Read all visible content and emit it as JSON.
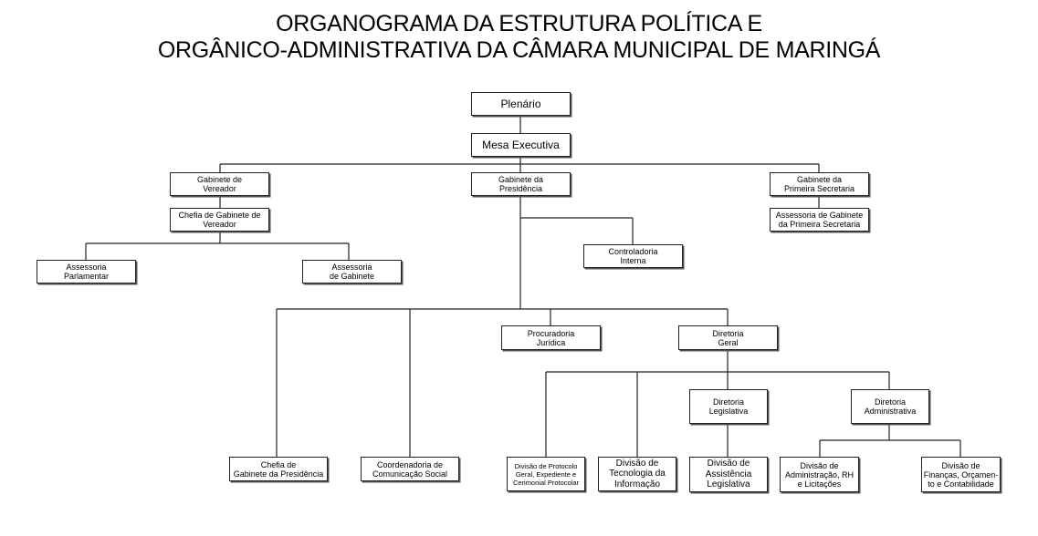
{
  "title": {
    "line1": "ORGANOGRAMA DA ESTRUTURA POLÍTICA E",
    "line2": "ORGÂNICO-ADMINISTRATIVA DA CÂMARA MUNICIPAL DE MARINGÁ"
  },
  "nodes": {
    "plenario": "Plenário",
    "mesa_executiva": "Mesa Executiva",
    "gabinete_vereador": "Gabinete de\nVereador",
    "chefia_gabinete_vereador": "Chefia de Gabinete de\nVereador",
    "assessoria_parlamentar": "Assessoria\nParlamentar",
    "assessoria_gabinete": "Assessoria\nde Gabinete",
    "gabinete_presidencia": "Gabinete da\nPresidência",
    "controladoria_interna": "Controladoria\nInterna",
    "gabinete_primeira_secretaria": "Gabinete da\nPrimeira Secretaria",
    "assessoria_primeira_secretaria": "Assessoria de Gabinete\nda Primeira Secretaria",
    "procuradoria_juridica": "Procuradoria\nJurídica",
    "diretoria_geral": "Diretoria\nGeral",
    "diretoria_legislativa": "Diretoria\nLegislativa",
    "diretoria_administrativa": "Diretoria\nAdministrativa",
    "chefia_gabinete_presidencia": "Chefia de\nGabinete da Presidência",
    "coordenadoria_comunicacao": "Coordenadoria de\nComunicação Social",
    "divisao_protocolo": "Divisão de Protocolo\nGeral, Expediente e\nCerimonial Protocolar",
    "divisao_ti": "Divisão de\nTecnologia da\nInformação",
    "divisao_assistencia_legislativa": "Divisão de\nAssistência\nLegislativa",
    "divisao_administracao": "Divisão de\nAdministração, RH\ne Licitações",
    "divisao_financas": "Divisão de\nFinanças, Orçamen-\nto e Contabilidade"
  }
}
